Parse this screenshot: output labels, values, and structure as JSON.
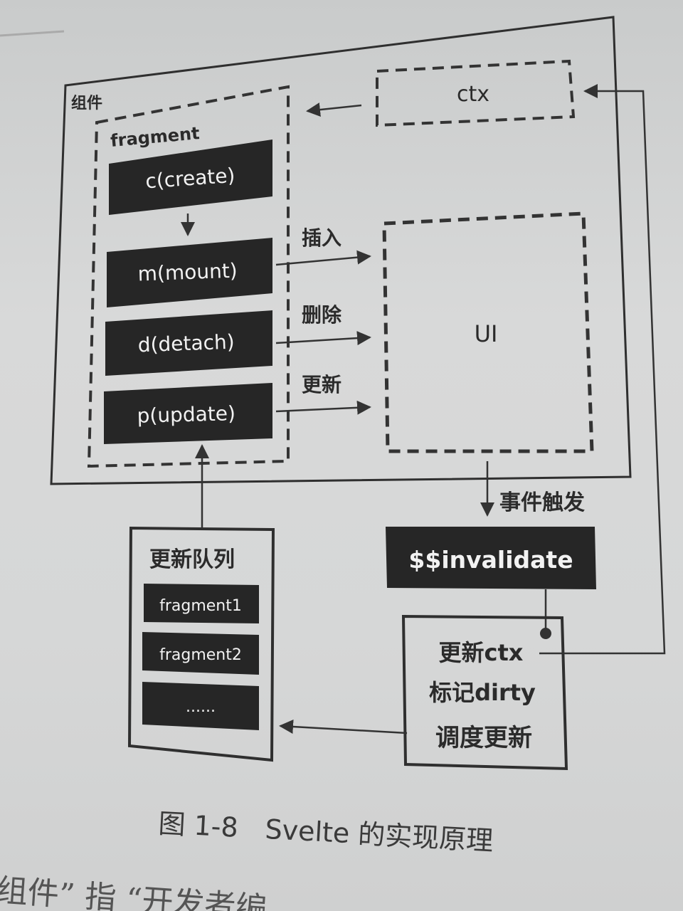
{
  "component": {
    "label": "组件"
  },
  "fragment": {
    "label": "fragment",
    "methods": [
      "c(create)",
      "m(mount)",
      "d(detach)",
      "p(update)"
    ]
  },
  "ctx": {
    "label": "ctx"
  },
  "ui": {
    "label": "UI"
  },
  "edges": {
    "insert": "插入",
    "delete": "删除",
    "update": "更新",
    "event": "事件触发"
  },
  "invalidate": {
    "label": "$$invalidate"
  },
  "actions": {
    "lines": [
      "更新ctx",
      "标记dirty",
      "调度更新"
    ]
  },
  "queue": {
    "title": "更新队列",
    "items": [
      "fragment1",
      "fragment2",
      "......"
    ]
  },
  "caption": {
    "text": "图 1-8　Svelte 的实现原理"
  },
  "footer": {
    "text": "组件” 指 “开发者编"
  }
}
